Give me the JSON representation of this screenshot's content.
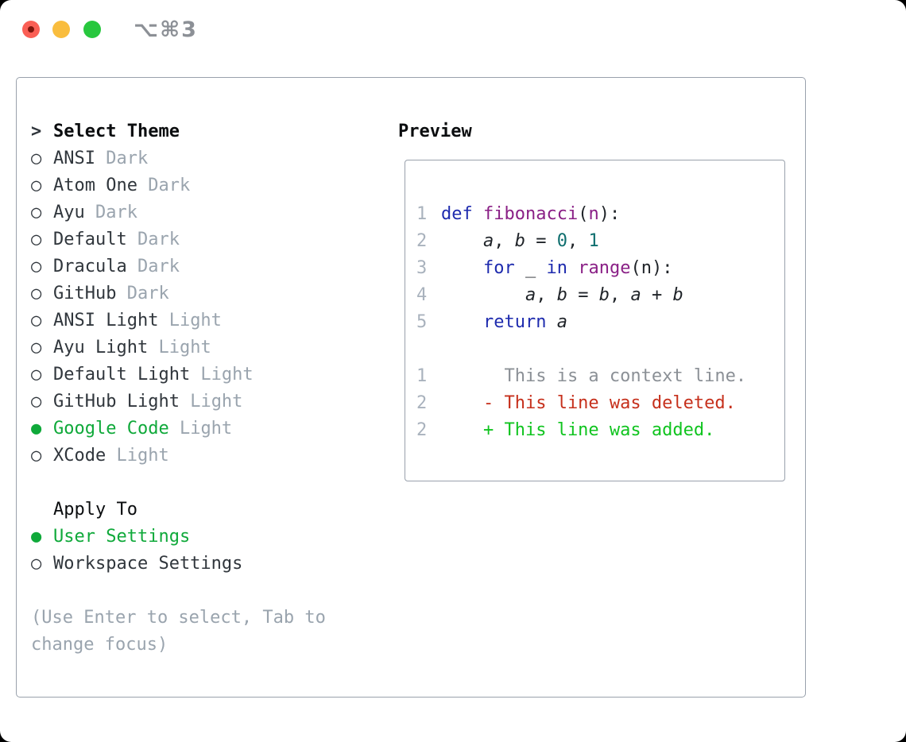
{
  "window": {
    "title": "⌥⌘3"
  },
  "icons": {
    "radio_selected": "●",
    "radio_unselected": "○",
    "focus_caret": ">"
  },
  "theme_panel": {
    "header_prefix": ">",
    "header": "Select Theme",
    "items": [
      {
        "label": "ANSI",
        "variant": "Dark",
        "selected": false
      },
      {
        "label": "Atom One",
        "variant": "Dark",
        "selected": false
      },
      {
        "label": "Ayu",
        "variant": "Dark",
        "selected": false
      },
      {
        "label": "Default",
        "variant": "Dark",
        "selected": false
      },
      {
        "label": "Dracula",
        "variant": "Dark",
        "selected": false
      },
      {
        "label": "GitHub",
        "variant": "Dark",
        "selected": false
      },
      {
        "label": "ANSI Light",
        "variant": "Light",
        "selected": false
      },
      {
        "label": "Ayu Light",
        "variant": "Light",
        "selected": false
      },
      {
        "label": "Default Light",
        "variant": "Light",
        "selected": false
      },
      {
        "label": "GitHub Light",
        "variant": "Light",
        "selected": false
      },
      {
        "label": "Google Code",
        "variant": "Light",
        "selected": true
      },
      {
        "label": "XCode",
        "variant": "Light",
        "selected": false
      }
    ]
  },
  "apply_to": {
    "header": "Apply To",
    "options": [
      {
        "label": "User Settings",
        "selected": true
      },
      {
        "label": "Workspace Settings",
        "selected": false
      }
    ]
  },
  "help": {
    "line1": "(Use Enter to select, Tab to",
    "line2": "change focus)"
  },
  "preview": {
    "header": "Preview",
    "lines": [
      {
        "num": "1",
        "tokens": [
          {
            "t": "def",
            "c": "kwd"
          },
          {
            "t": " ",
            "c": "pln"
          },
          {
            "t": "fibonacci",
            "c": "typ"
          },
          {
            "t": "(",
            "c": "pln"
          },
          {
            "t": "n",
            "c": "typ"
          },
          {
            "t": "):",
            "c": "pln"
          }
        ]
      },
      {
        "num": "2",
        "tokens": [
          {
            "t": "    ",
            "c": "pln"
          },
          {
            "t": "a",
            "c": "var"
          },
          {
            "t": ", ",
            "c": "pln"
          },
          {
            "t": "b",
            "c": "var"
          },
          {
            "t": " = ",
            "c": "pln"
          },
          {
            "t": "0",
            "c": "lit"
          },
          {
            "t": ", ",
            "c": "pln"
          },
          {
            "t": "1",
            "c": "lit"
          }
        ]
      },
      {
        "num": "3",
        "tokens": [
          {
            "t": "    ",
            "c": "pln"
          },
          {
            "t": "for",
            "c": "kwd"
          },
          {
            "t": " _ ",
            "c": "pln"
          },
          {
            "t": "in",
            "c": "kwd"
          },
          {
            "t": " ",
            "c": "pln"
          },
          {
            "t": "range",
            "c": "typ"
          },
          {
            "t": "(n):",
            "c": "pln"
          }
        ]
      },
      {
        "num": "4",
        "tokens": [
          {
            "t": "        ",
            "c": "pln"
          },
          {
            "t": "a",
            "c": "var"
          },
          {
            "t": ", ",
            "c": "pln"
          },
          {
            "t": "b",
            "c": "var"
          },
          {
            "t": " = ",
            "c": "pln"
          },
          {
            "t": "b",
            "c": "var"
          },
          {
            "t": ", ",
            "c": "pln"
          },
          {
            "t": "a",
            "c": "var"
          },
          {
            "t": " + ",
            "c": "pln"
          },
          {
            "t": "b",
            "c": "var"
          }
        ]
      },
      {
        "num": "5",
        "tokens": [
          {
            "t": "    ",
            "c": "pln"
          },
          {
            "t": "return",
            "c": "kwd"
          },
          {
            "t": " ",
            "c": "pln"
          },
          {
            "t": "a",
            "c": "var"
          }
        ]
      },
      {
        "num": "",
        "tokens": []
      },
      {
        "num": "1",
        "tokens": [
          {
            "t": "      This is a context line.",
            "c": "ctx"
          }
        ]
      },
      {
        "num": "2",
        "tokens": [
          {
            "t": "    - This line was deleted.",
            "c": "del"
          }
        ]
      },
      {
        "num": "2",
        "tokens": [
          {
            "t": "    + This line was added.",
            "c": "add"
          }
        ]
      }
    ]
  },
  "colors": {
    "bg": "#000000",
    "window": "#ffffff",
    "border": "#99a1ac",
    "title": "#8c9096",
    "heading": "#0b0d0f",
    "text": "#30363c",
    "meta": "#9aa4ae",
    "help": "#9aa4ae",
    "green": "#0fa93a",
    "lnum": "#a9b2bd",
    "kwd": "#1e2bae",
    "typ": "#8a2086",
    "lit": "#0e6e6e",
    "pln": "#1f2328",
    "ctx": "#8b9096",
    "del": "#c6301c",
    "add": "#10c41f",
    "red_btn": "#fa5f55",
    "red_btn_dot": "#7e150c",
    "yellow_btn": "#f9bd3e",
    "green_btn": "#28c73e"
  }
}
